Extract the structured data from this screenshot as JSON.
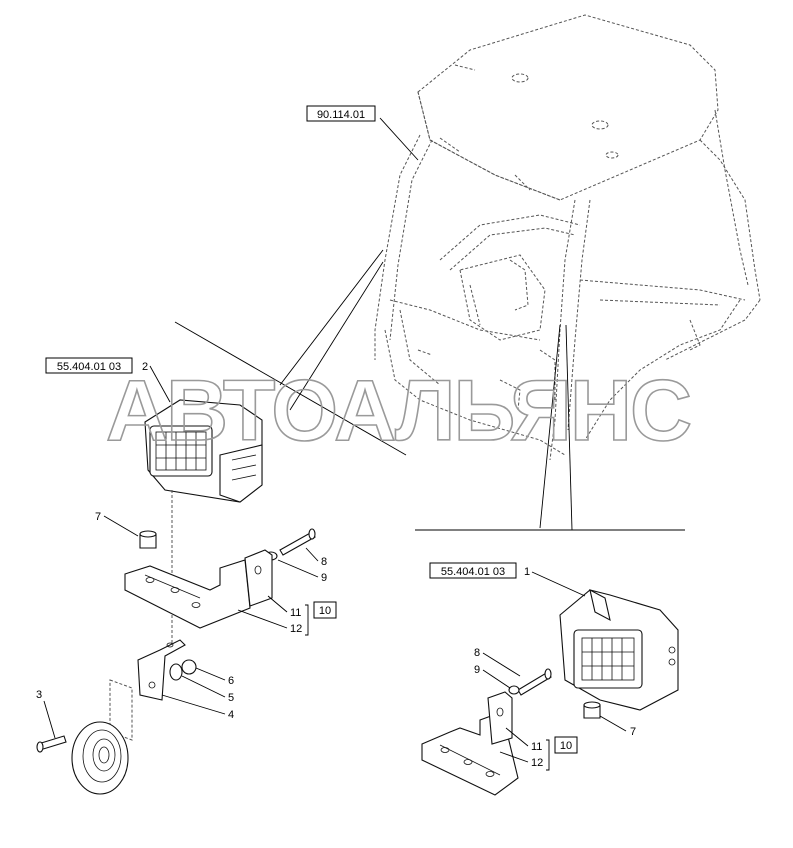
{
  "watermark": "АВТОАЛЬЯНС",
  "references": {
    "cab": "90.114.01",
    "lamp_left": "55.404.01 03",
    "lamp_right": "55.404.01 03"
  },
  "callouts_left": {
    "lamp": "2",
    "cap": "7",
    "bolt_top": "8",
    "washer_top": "9",
    "spacer": "11",
    "bracket": "12",
    "kit": "10",
    "nut": "6",
    "washer_mid": "5",
    "support": "4",
    "screw": "3"
  },
  "callouts_right": {
    "lamp": "1",
    "bolt": "8",
    "washer": "9",
    "cap": "7",
    "spacer": "11",
    "bracket": "12",
    "kit": "10"
  }
}
